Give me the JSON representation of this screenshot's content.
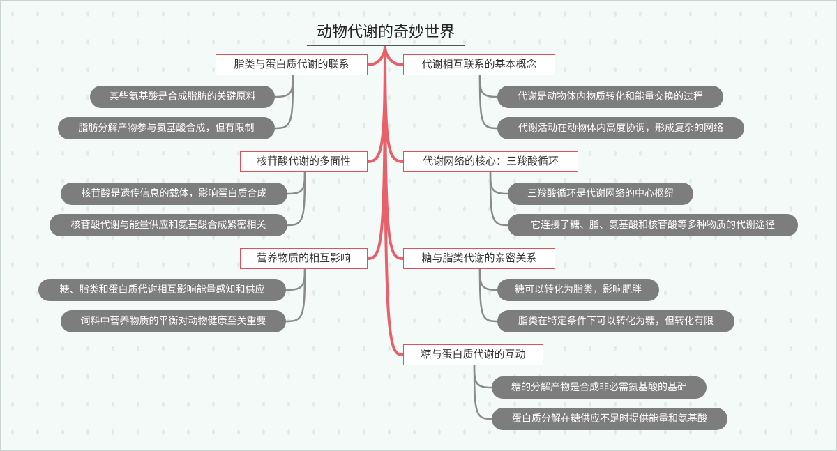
{
  "title": "动物代谢的奇妙世界",
  "left_topics": [
    {
      "label": "脂类与蛋白质代谢的联系",
      "children": [
        "某些氨基酸是合成脂肪的关键原料",
        "脂肪分解产物参与氨基酸合成，但有限制"
      ]
    },
    {
      "label": "核苷酸代谢的多面性",
      "children": [
        "核苷酸是遗传信息的载体，影响蛋白质合成",
        "核苷酸代谢与能量供应和氨基酸合成紧密相关"
      ]
    },
    {
      "label": "营养物质的相互影响",
      "children": [
        "糖、脂类和蛋白质代谢相互影响能量感知和供应",
        "饲料中营养物质的平衡对动物健康至关重要"
      ]
    }
  ],
  "right_topics": [
    {
      "label": "代谢相互联系的基本概念",
      "children": [
        "代谢是动物体内物质转化和能量交换的过程",
        "代谢活动在动物体内高度协调，形成复杂的网络"
      ]
    },
    {
      "label": "代谢网络的核心：三羧酸循环",
      "children": [
        "三羧酸循环是代谢网络的中心枢纽",
        "它连接了糖、脂、氨基酸和核苷酸等多种物质的代谢途径"
      ]
    },
    {
      "label": "糖与脂类代谢的亲密关系",
      "children": [
        "糖可以转化为脂类，影响肥胖",
        "脂类在特定条件下可以转化为糖，但转化有限"
      ]
    },
    {
      "label": "糖与蛋白质代谢的互动",
      "children": [
        "糖的分解产物是合成非必需氨基酸的基础",
        "蛋白质分解在糖供应不足时提供能量和氨基酸"
      ]
    }
  ],
  "colors": {
    "trunk": "#e8606a",
    "topic_border": "#e0505a",
    "subtopic_bg": "#7d7d7d",
    "connector": "#8a8a8a",
    "background": "#f3faf7"
  }
}
